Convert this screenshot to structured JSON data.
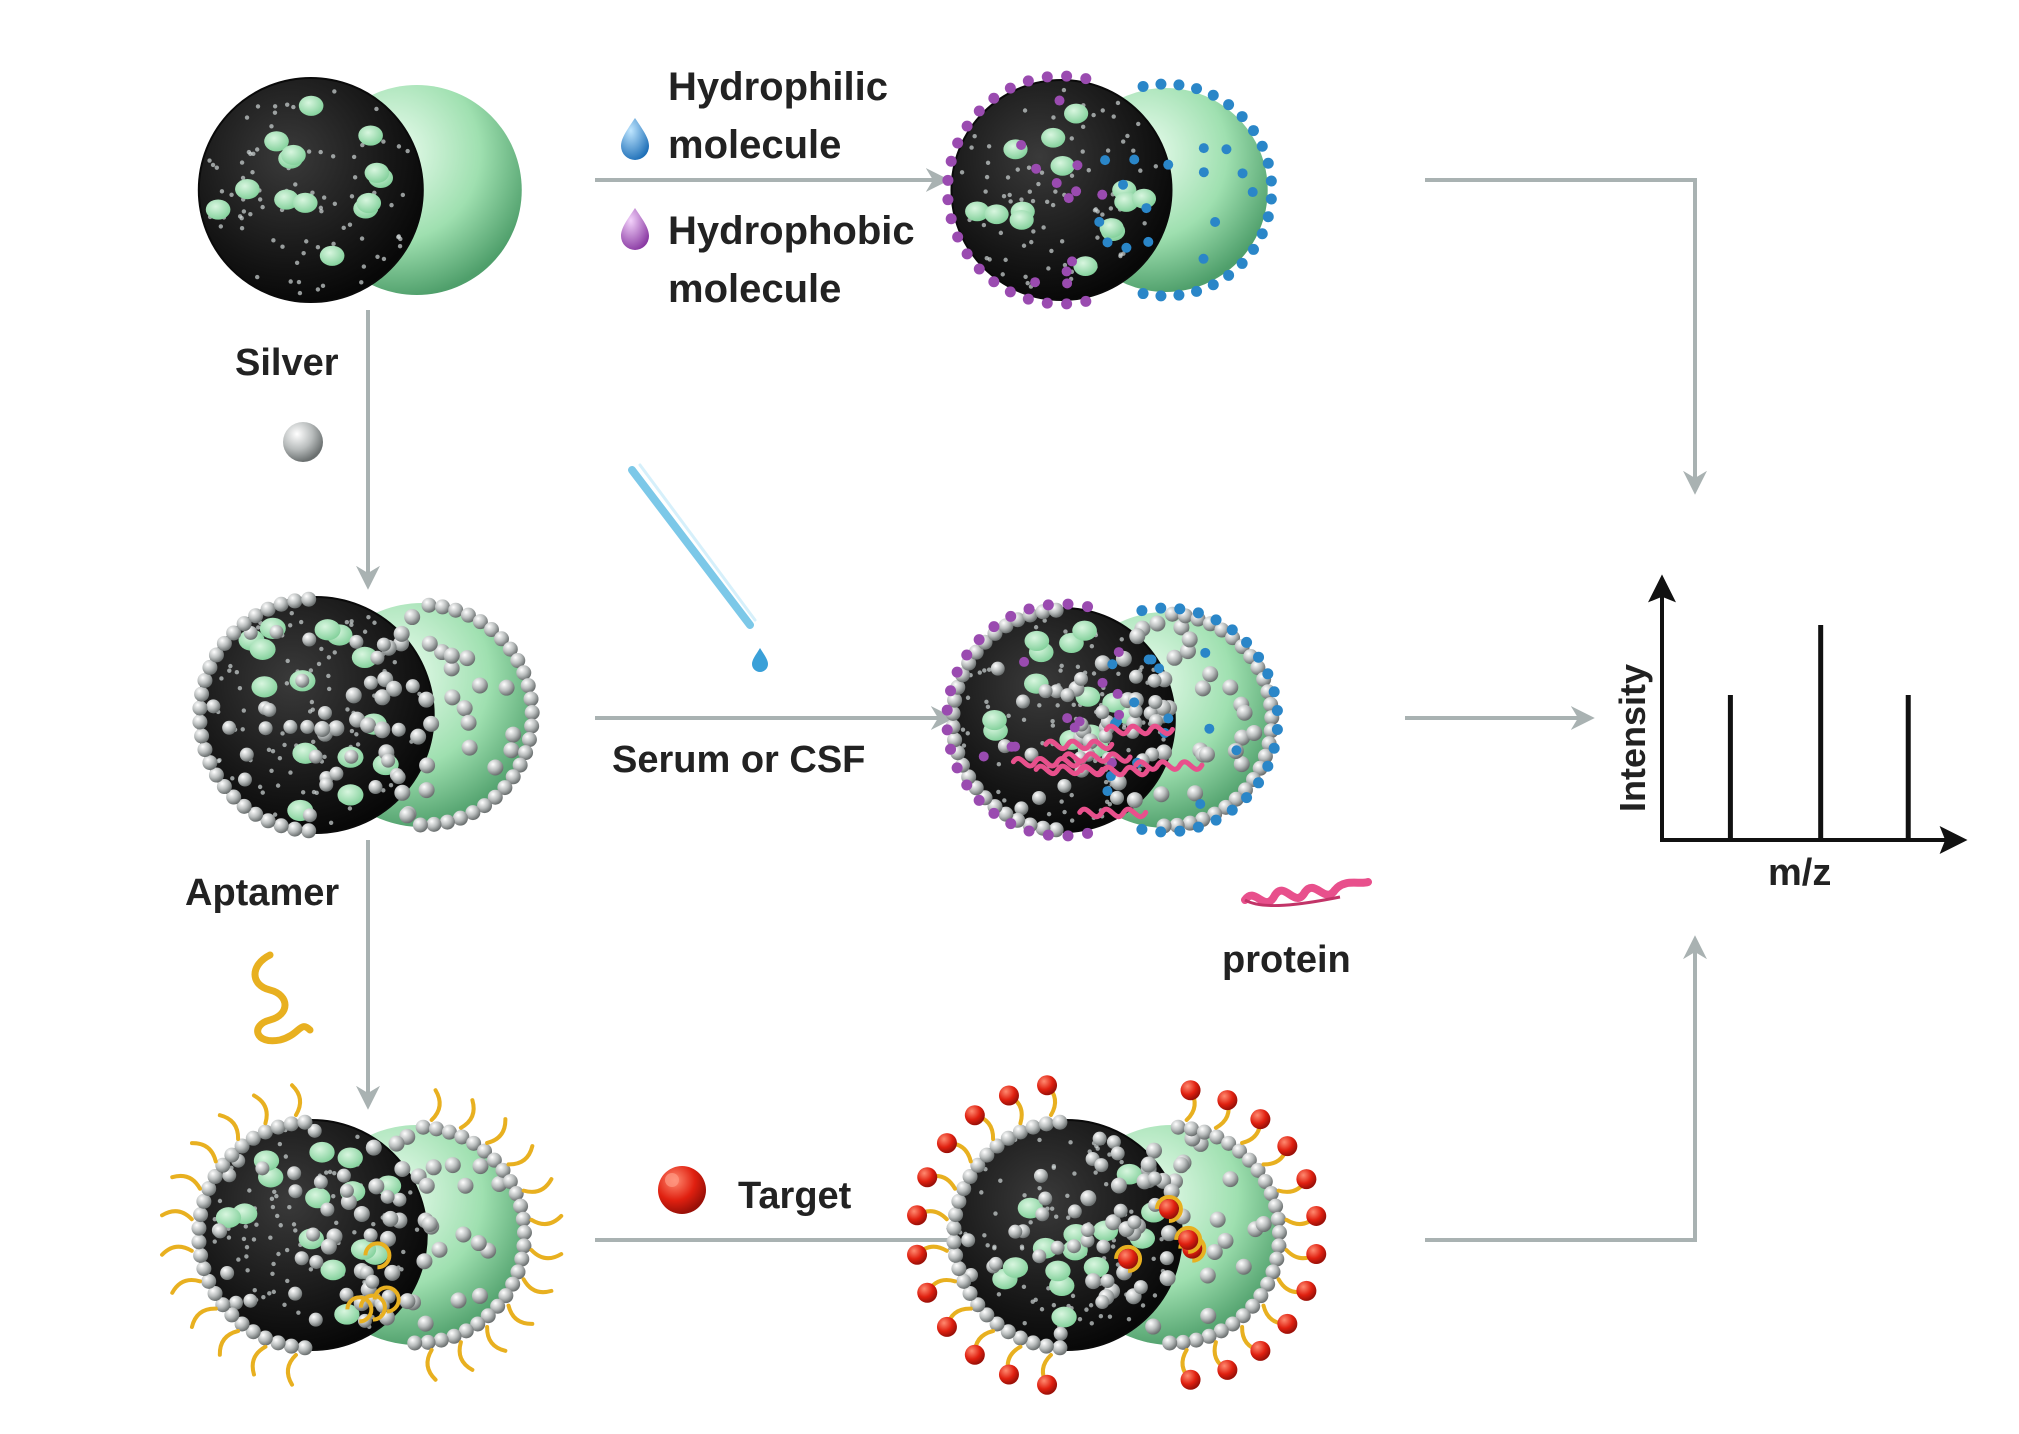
{
  "labels": {
    "hydrophilic_1": "Hydrophilic",
    "hydrophilic_2": "molecule",
    "hydrophobic_1": "Hydrophobic",
    "hydrophobic_2": "molecule",
    "silver": "Silver",
    "serum": "Serum or CSF",
    "aptamer": "Aptamer",
    "protein": "protein",
    "target": "Target"
  },
  "spectrum": {
    "y_label": "Intensity",
    "x_label": "m/z",
    "peaks": [
      {
        "x": 0.25,
        "intensity": 0.58
      },
      {
        "x": 0.58,
        "intensity": 0.86
      },
      {
        "x": 0.9,
        "intensity": 0.58
      }
    ]
  },
  "colors": {
    "arrow": "#a9b2b2",
    "green": "#9fe0b0",
    "green_dark": "#4fa06a",
    "carbon": "#1a1a1a",
    "silver": "#b9bdbd",
    "hydrophilic": "#2a86c8",
    "hydrophobic": "#9a4bb0",
    "aptamer": "#e8b020",
    "protein": "#e8508c",
    "target": "#e02010"
  },
  "icons": {
    "hydrophilic": "water-drop-icon",
    "hydrophobic": "water-drop-icon",
    "silver": "silver-sphere-icon",
    "pipette": "pipette-icon",
    "aptamer": "aptamer-strand-icon",
    "protein": "protein-ribbon-icon",
    "target": "target-molecule-icon"
  }
}
